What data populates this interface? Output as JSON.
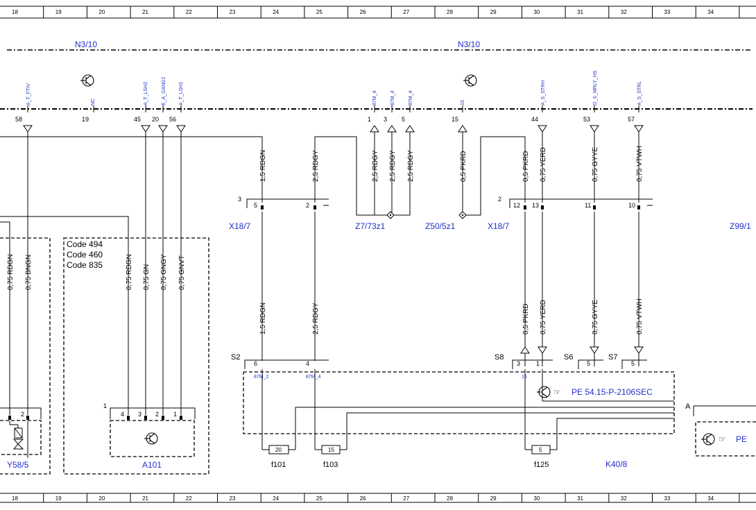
{
  "ruler_top": [
    "18",
    "19",
    "20",
    "21",
    "22",
    "23",
    "24",
    "25",
    "26",
    "27",
    "28",
    "29",
    "30",
    "31",
    "32",
    "33",
    "34"
  ],
  "ruler_bottom": [
    "18",
    "19",
    "20",
    "21",
    "22",
    "23",
    "24",
    "25",
    "26",
    "27",
    "28",
    "29",
    "30",
    "31",
    "32",
    "33",
    "34"
  ],
  "modules": {
    "n3_left": "N3/10",
    "n3_right": "N3/10"
  },
  "signals": {
    "a_t_ftiv": "A_T_FTIV",
    "nc": "NC",
    "a_t_lsh2": "A_T_LSH2",
    "e_a_gang1": "E_A_GANG1",
    "a_t_lsh1": "A_T_LSH1",
    "s87m_a": "87M_4",
    "s87m_b": "87M_4",
    "s87m_c": "87M_4",
    "s15": "15",
    "a_s_strh": "A_S_STRH",
    "o_s_mrly_hs": "O_S_MRLY_HS",
    "a_s_strl": "A_S_STRL"
  },
  "pins": {
    "p58": "58",
    "p19": "19",
    "p45": "45",
    "p20": "20",
    "p56": "56",
    "p1": "1",
    "p3": "3",
    "p5": "5",
    "p15": "15",
    "p44": "44",
    "p53": "53",
    "p57": "57"
  },
  "wires_top": {
    "w1": "1,5 RDGN",
    "w2": "2,5 RDGY",
    "w3": "2,5 RDGY",
    "w4": "2,5 RDGY",
    "w5": "2,5 RDGY",
    "w6": "0,5 PKRD",
    "w7": "0,5 PKRD",
    "w8": "0,75 YERD",
    "w9": "0,75 GYYE",
    "w10": "0,75 VTWH"
  },
  "wires_mid": {
    "m1": "0,75 RDGN",
    "m2": "0,75 BNGN",
    "m3": "0,75 RDGN",
    "m4": "0,75 GN",
    "m5": "0,75 GNGY",
    "m6": "0,75 GNVT",
    "m7": "1,5 RDGN",
    "m8": "2,5 RDGY",
    "m9": "0,5 PKRD",
    "m10": "0,75 YERD",
    "m11": "0,75 GYYE",
    "m12": "0,75 VTWH"
  },
  "connectors": {
    "x18_7_left": "X18/7",
    "x18_7_right": "X18/7",
    "z7": "Z7/73z1",
    "z50": "Z50/5z1",
    "z99": "Z99/1",
    "num3": "3",
    "num2": "2",
    "cp5": "5",
    "cp2": "2",
    "cp12": "12",
    "cp13": "13",
    "cp11": "11",
    "cp10": "10"
  },
  "codes": [
    "Code 494",
    "Code 460",
    "Code 835"
  ],
  "lower": {
    "s2": "S2",
    "s8": "S8",
    "s6": "S6",
    "s7": "S7",
    "s2p6": "6",
    "s2p4": "4",
    "s8p3": "3",
    "s8p1": "1",
    "s6p5": "5",
    "s7p5": "5",
    "lbl87m2": "87M_2",
    "lbl87m4": "87M_4",
    "lbl15": "15",
    "pe_ref": "PE 54.15-P-2106SEC",
    "pe_ref2": "PE",
    "fuse20": "20",
    "fuse15": "15",
    "fuse5": "5",
    "f101": "f101",
    "f103": "f103",
    "f125": "f125",
    "k40": "K40/8",
    "a101": "A101",
    "y58": "Y58/5",
    "a_label": "A",
    "a101_num": "1",
    "a101p4": "4",
    "a101p3": "3",
    "a101p2": "2",
    "a101p1": "1",
    "y58p2": "2"
  }
}
